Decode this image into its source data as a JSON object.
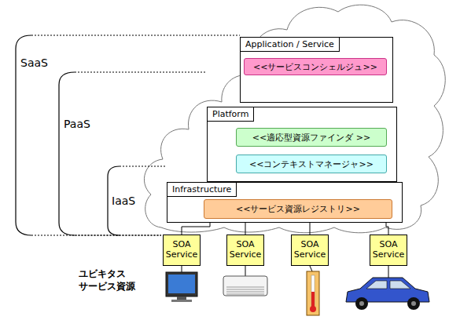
{
  "diagram": {
    "nodes": [
      {
        "text": [
          "Application / Service"
        ]
      },
      {
        "text": [
          "<<サービスコンシェルジュ>>"
        ],
        "in": 0
      },
      {
        "text": [
          "Platform"
        ]
      },
      {
        "text": [
          "<<適応型資源ファインダ >>"
        ],
        "in": 2
      },
      {
        "text": [
          "<<コンテキストマネージャ>>"
        ],
        "in": 2
      },
      {
        "text": [
          "Infrastructure"
        ]
      },
      {
        "text": [
          "<<サービス資源レジストリ>>"
        ],
        "in": 5
      },
      {
        "text": [
          "SOA Service"
        ]
      },
      {
        "text": [
          "SOA Service"
        ]
      },
      {
        "text": [
          "SOA Service"
        ]
      },
      {
        "text": [
          "SOA Service"
        ]
      }
    ],
    "edges": [
      {
        "from": 6,
        "to": 7,
        "arrow": "none"
      },
      {
        "from": 6,
        "to": 8,
        "arrow": "none"
      },
      {
        "from": 6,
        "to": 9,
        "arrow": "none"
      },
      {
        "from": 6,
        "to": 10,
        "arrow": "none"
      }
    ],
    "labels": [
      "SaaS",
      "PaaS",
      "IaaS",
      "ユビキタス サービス資源"
    ]
  }
}
